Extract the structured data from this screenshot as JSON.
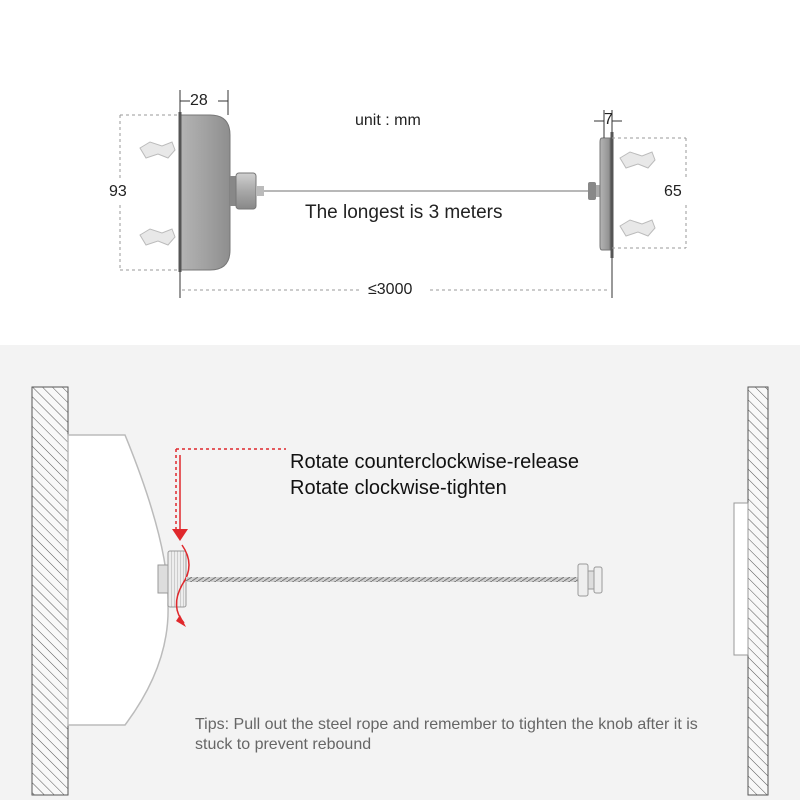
{
  "top": {
    "dim_width_left": "28",
    "dim_height_left": "93",
    "dim_width_right": "7",
    "dim_height_right": "65",
    "unit_label": "unit : mm",
    "max_length_note": "The longest is 3 meters",
    "dim_length": "≤3000"
  },
  "bottom": {
    "instruction_release": "Rotate counterclockwise-release",
    "instruction_tighten": "Rotate clockwise-tighten",
    "tips": "Tips: Pull out the steel rope and remember to tighten the knob after it is stuck to prevent rebound"
  },
  "colors": {
    "arrow": "#e0282c",
    "device_body": "#9c9c9c",
    "background_bottom": "#f3f3f3"
  }
}
